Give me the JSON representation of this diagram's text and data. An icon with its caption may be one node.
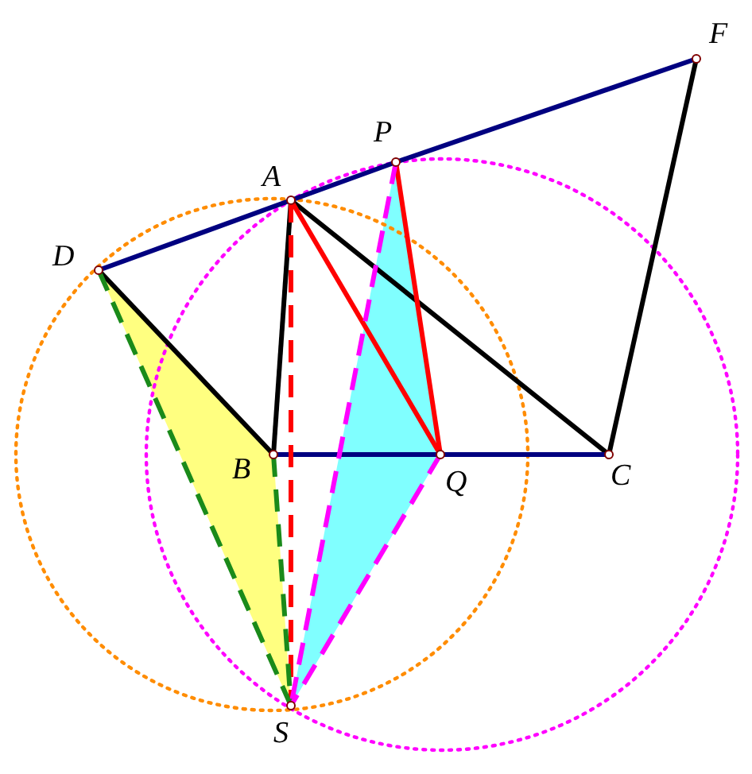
{
  "diagram": {
    "nodes": [
      {
        "text": [
          "F"
        ]
      },
      {
        "text": [
          "P"
        ]
      },
      {
        "text": [
          "A"
        ]
      },
      {
        "text": [
          "D"
        ]
      },
      {
        "text": [
          "B"
        ]
      },
      {
        "text": [
          "Q"
        ]
      },
      {
        "text": [
          "C"
        ]
      },
      {
        "text": [
          "S"
        ]
      }
    ],
    "edges": [
      {
        "from": 3,
        "to": 2,
        "arrow": "none"
      },
      {
        "from": 2,
        "to": 1,
        "arrow": "none"
      },
      {
        "from": 1,
        "to": 0,
        "arrow": "none"
      },
      {
        "from": 2,
        "to": 4,
        "arrow": "none",
        "color": "#000000"
      },
      {
        "from": 2,
        "to": 6,
        "arrow": "none",
        "color": "#000000"
      },
      {
        "from": 3,
        "to": 4,
        "arrow": "none",
        "color": "#000000"
      },
      {
        "from": 6,
        "to": 0,
        "arrow": "none",
        "color": "#000000"
      },
      {
        "from": 4,
        "to": 5,
        "arrow": "none"
      },
      {
        "from": 5,
        "to": 6,
        "arrow": "none"
      },
      {
        "from": 2,
        "to": 5,
        "arrow": "none",
        "color": "#ff0000"
      },
      {
        "from": 1,
        "to": 5,
        "arrow": "none",
        "color": "#ff0000"
      },
      {
        "from": 2,
        "to": 7,
        "arrow": "none",
        "style": "dashed",
        "color": "#ff0000"
      },
      {
        "from": 3,
        "to": 7,
        "arrow": "none",
        "style": "dashed",
        "color": "#1a8a1a"
      },
      {
        "from": 4,
        "to": 7,
        "arrow": "none",
        "style": "dashed",
        "color": "#1a8a1a"
      },
      {
        "from": 1,
        "to": 7,
        "arrow": "none",
        "style": "dashed",
        "color": "#ff00ff"
      },
      {
        "from": 5,
        "to": 7,
        "arrow": "none",
        "style": "dashed",
        "color": "#ff00ff"
      }
    ]
  }
}
